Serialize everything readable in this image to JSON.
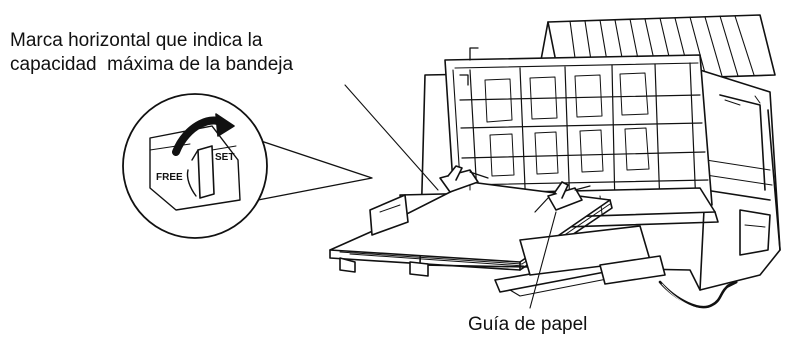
{
  "labels": {
    "capacity_line1": "Marca horizontal que indica la",
    "capacity_line2": "capacidad  máxima de la bandeja",
    "paper_guide": "Guía de papel"
  },
  "lever": {
    "free": "FREE",
    "set": "SET"
  },
  "colors": {
    "ink": "#111111",
    "background": "#ffffff"
  }
}
